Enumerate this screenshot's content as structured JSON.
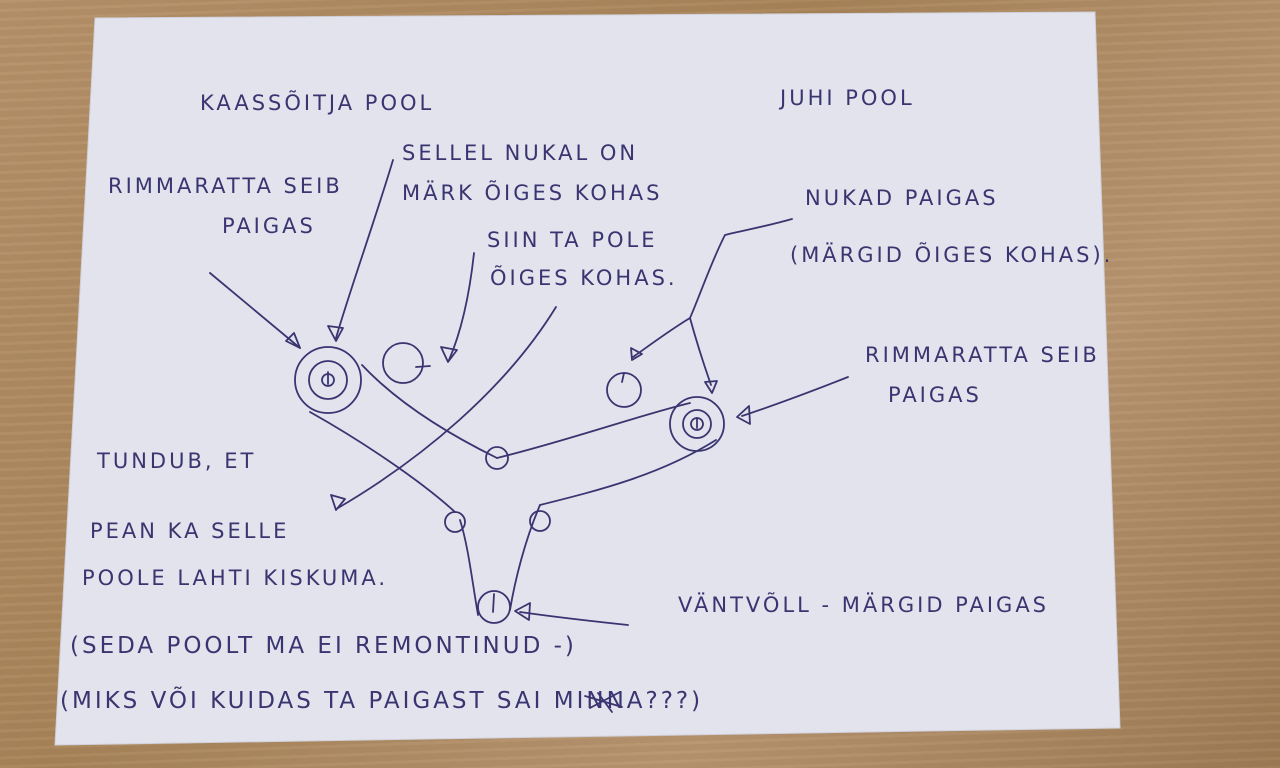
{
  "diagram": {
    "headings": {
      "left": "KAASSÕITJA POOL",
      "right": "JUHI POOL"
    },
    "labels": {
      "left_pulley": [
        "RIMMARATTA SEIB",
        "PAIGAS"
      ],
      "cam_mark": [
        "SELLEL NUKAL ON",
        "MÄRK ÕIGES KOHAS"
      ],
      "wrong_place": [
        "SIIN TA POLE",
        "ÕIGES KOHAS."
      ],
      "cams_ok": [
        "NUKAD PAIGAS",
        "(MÄRGID ÕIGES KOHAS)."
      ],
      "right_pulley": [
        "RIMMARATTA SEIB",
        "PAIGAS"
      ],
      "note": [
        "TUNDUB, ET",
        "PEAN KA SELLE",
        "POOLE LAHTI KISKUMA."
      ],
      "crank": "VÄNTVÕLL - MÄRGID PAIGAS",
      "remark1": "(SEDA POOLT MA EI REMONTINUD -)",
      "remark2": "(MIKS VÕI KUIDAS TA PAIGAST SAI MINNA???)"
    },
    "colors": {
      "ink": "#3a3470",
      "paper": "#e4e4ee",
      "table": "#b08c63"
    }
  }
}
